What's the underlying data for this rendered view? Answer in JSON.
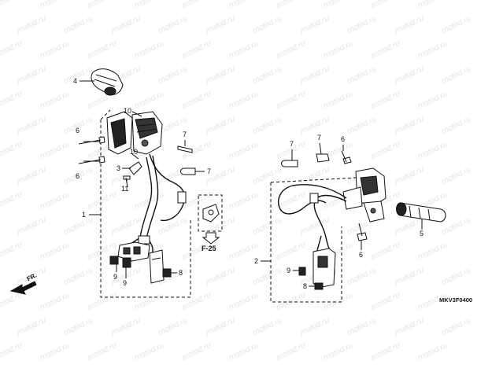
{
  "watermark": "motod.ru",
  "diagram_code": "MKV3F0400",
  "direction_label": "FR.",
  "reference": "F-25",
  "callouts": {
    "p4": "4",
    "p10a": "10",
    "p6a": "6",
    "p10b": "10",
    "p6b": "6",
    "p3": "3",
    "p11": "11",
    "p7a": "7",
    "p7b": "7",
    "p1": "1",
    "p9a": "9",
    "p9b": "9",
    "p8a": "8",
    "p7c": "7",
    "p7d": "7",
    "p6c": "6",
    "p2": "2",
    "p5": "5",
    "p6d": "6",
    "p9c": "9",
    "p8b": "8"
  }
}
